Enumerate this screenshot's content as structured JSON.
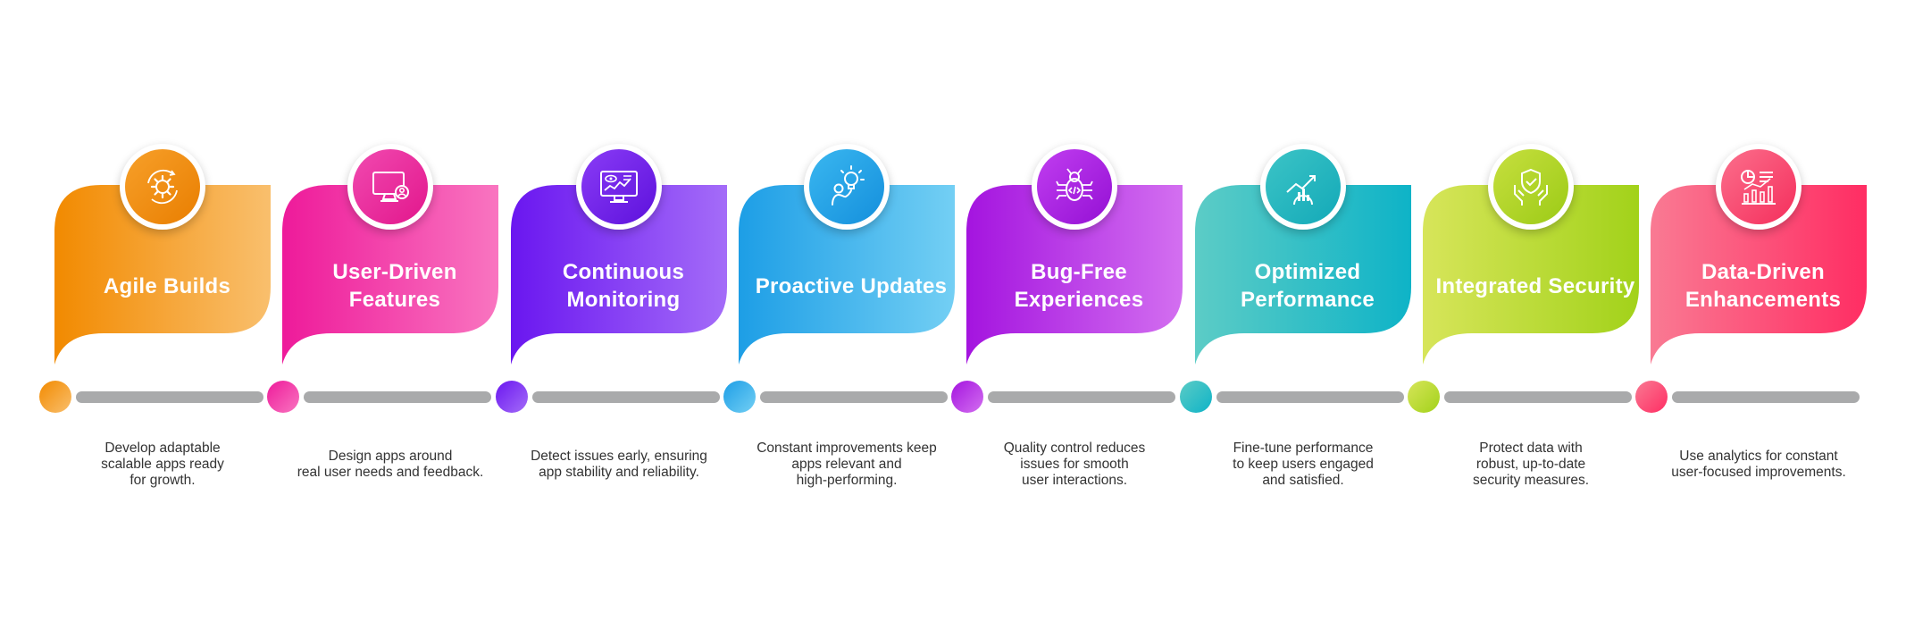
{
  "steps": [
    {
      "title": "Agile Builds",
      "description": "Develop adaptable\nscalable apps ready\nfor growth.",
      "icon": "gear-cycle-icon",
      "colors": [
        "#f28a00",
        "#f9bf6d"
      ],
      "badge_colors": [
        "#f7a02a",
        "#e97e00"
      ]
    },
    {
      "title": "User-Driven Features",
      "description": "Design apps around\nreal user needs and feedback.",
      "icon": "monitor-user-icon",
      "colors": [
        "#ee1a9a",
        "#f975c0"
      ],
      "badge_colors": [
        "#f14ab0",
        "#e2168c"
      ]
    },
    {
      "title": "Continuous Monitoring",
      "description": "Detect issues early, ensuring\napp stability and reliability.",
      "icon": "monitor-analytics-icon",
      "colors": [
        "#6a16f0",
        "#a46cf8"
      ],
      "badge_colors": [
        "#8a3cf6",
        "#5d11dc"
      ]
    },
    {
      "title": "Proactive Updates",
      "description": "Constant improvements keep\napps relevant and\nhigh-performing.",
      "icon": "idea-person-icon",
      "colors": [
        "#1d9ee6",
        "#73cff4"
      ],
      "badge_colors": [
        "#3ab7f0",
        "#148fdc"
      ]
    },
    {
      "title": "Bug-Free Experiences",
      "description": "Quality control reduces\nissues for smooth\nuser interactions.",
      "icon": "bug-code-icon",
      "colors": [
        "#a414df",
        "#d36ff0"
      ],
      "badge_colors": [
        "#c13ef0",
        "#9410d4"
      ]
    },
    {
      "title": "Optimized Performance",
      "description": "Fine-tune performance\nto keep users engaged\nand satisfied.",
      "icon": "growth-gear-icon",
      "colors": [
        "#5cccc6",
        "#0eb3c7"
      ],
      "badge_colors": [
        "#3cc4c6",
        "#13a9b8"
      ]
    },
    {
      "title": "Integrated Security",
      "description": "Protect data with\nrobust, up-to-date\nsecurity measures.",
      "icon": "shield-hands-icon",
      "colors": [
        "#d7e55a",
        "#a2d21a"
      ],
      "badge_colors": [
        "#c7df3f",
        "#9ccb16"
      ]
    },
    {
      "title": "Data-Driven Enhancements",
      "description": "Use analytics for constant\nuser-focused improvements.",
      "icon": "analytics-chart-icon",
      "colors": [
        "#f97a93",
        "#ff2d63"
      ],
      "badge_colors": [
        "#fb6f8c",
        "#f52e5c"
      ]
    }
  ]
}
